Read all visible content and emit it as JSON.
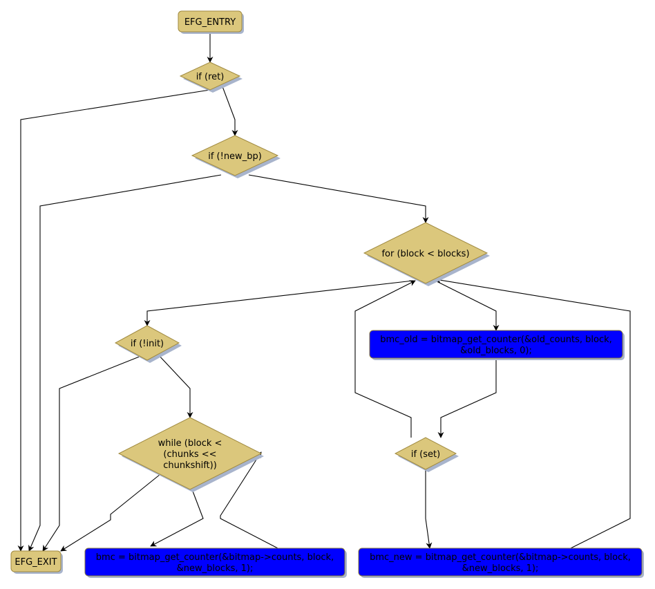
{
  "diagram": {
    "type": "control-flow-graph",
    "colors": {
      "decision_fill": "#dbc77c",
      "decision_stroke": "#a08a40",
      "statement_fill": "#0000ff",
      "statement_stroke": "#8a7a3a",
      "shadow": "#a8b4cc",
      "edge": "#000000"
    },
    "nodes": {
      "entry": {
        "kind": "terminal",
        "lines": [
          "EFG_ENTRY"
        ]
      },
      "if_ret": {
        "kind": "decision",
        "lines": [
          "if (ret)"
        ]
      },
      "if_new_bp": {
        "kind": "decision",
        "lines": [
          "if (!new_bp)"
        ]
      },
      "for_block": {
        "kind": "decision",
        "lines": [
          "for (block < blocks)"
        ]
      },
      "if_init": {
        "kind": "decision",
        "lines": [
          "if (!init)"
        ]
      },
      "bmc_old": {
        "kind": "statement",
        "lines": [
          "bmc_old = bitmap_get_counter(&old_counts, block,",
          "&old_blocks, 0);"
        ]
      },
      "while_block": {
        "kind": "decision",
        "lines": [
          "while (block <",
          "(chunks <<",
          "chunkshift))"
        ]
      },
      "if_set": {
        "kind": "decision",
        "lines": [
          "if (set)"
        ]
      },
      "exit": {
        "kind": "terminal",
        "lines": [
          "EFG_EXIT"
        ]
      },
      "bmc": {
        "kind": "statement",
        "lines": [
          "bmc = bitmap_get_counter(&bitmap->counts, block,",
          "&new_blocks, 1);"
        ]
      },
      "bmc_new": {
        "kind": "statement",
        "lines": [
          "bmc_new = bitmap_get_counter(&bitmap->counts, block,",
          "&new_blocks, 1);"
        ]
      }
    },
    "edges": [
      {
        "from": "entry",
        "to": "if_ret"
      },
      {
        "from": "if_ret",
        "to": "exit"
      },
      {
        "from": "if_ret",
        "to": "if_new_bp"
      },
      {
        "from": "if_new_bp",
        "to": "exit"
      },
      {
        "from": "if_new_bp",
        "to": "for_block"
      },
      {
        "from": "for_block",
        "to": "if_init"
      },
      {
        "from": "for_block",
        "to": "bmc_old"
      },
      {
        "from": "if_init",
        "to": "exit"
      },
      {
        "from": "if_init",
        "to": "while_block"
      },
      {
        "from": "while_block",
        "to": "exit"
      },
      {
        "from": "while_block",
        "to": "bmc"
      },
      {
        "from": "bmc",
        "to": "while_block"
      },
      {
        "from": "bmc_old",
        "to": "if_set"
      },
      {
        "from": "if_set",
        "to": "for_block"
      },
      {
        "from": "if_set",
        "to": "bmc_new"
      },
      {
        "from": "bmc_new",
        "to": "for_block"
      }
    ]
  }
}
